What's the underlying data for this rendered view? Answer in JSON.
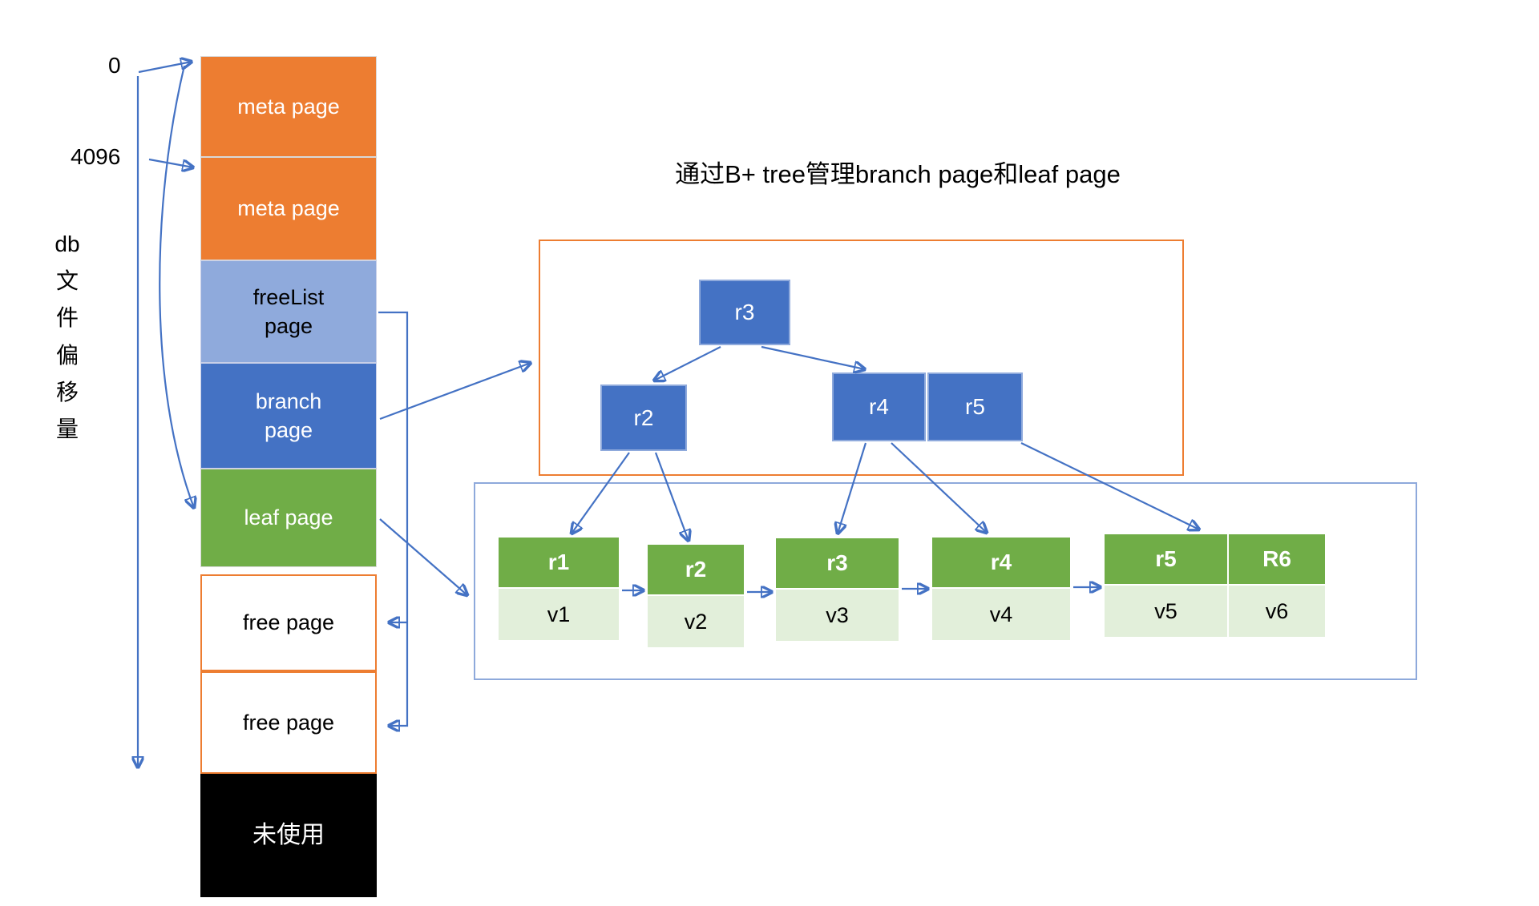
{
  "title": "通过B+ tree管理branch page和leaf page",
  "file_axis": {
    "vertical_label": "db文件偏移量",
    "offset_top": "0",
    "offset_second": "4096"
  },
  "stack": {
    "pages": [
      {
        "label": "meta page"
      },
      {
        "label": "meta page"
      },
      {
        "label": "freeList page"
      },
      {
        "label": "branch page"
      },
      {
        "label": "leaf page"
      },
      {
        "label": "free page"
      },
      {
        "label": "free page"
      },
      {
        "label": "未使用"
      }
    ]
  },
  "btree": {
    "root": "r3",
    "left_child": "r2",
    "right_child_left": "r4",
    "right_child_right": "r5"
  },
  "leaf_list": {
    "cells": [
      {
        "key": "r1",
        "value": "v1"
      },
      {
        "key": "r2",
        "value": "v2"
      },
      {
        "key": "r3",
        "value": "v3"
      },
      {
        "key": "r4",
        "value": "v4"
      },
      {
        "key": "r5",
        "value": "v5"
      },
      {
        "key": "R6",
        "value": "v6"
      }
    ]
  },
  "colors": {
    "meta_orange": "#ED7D31",
    "freelist_blue": "#8FAADC",
    "branch_blue": "#4472C4",
    "leaf_green": "#70AD47",
    "leaf_value_green": "#E2EFDA",
    "unused_black": "#000000",
    "arrow_blue": "#4472C4",
    "tree_container_border": "#ED7D31",
    "leaf_container_border": "#8EA9DB"
  }
}
